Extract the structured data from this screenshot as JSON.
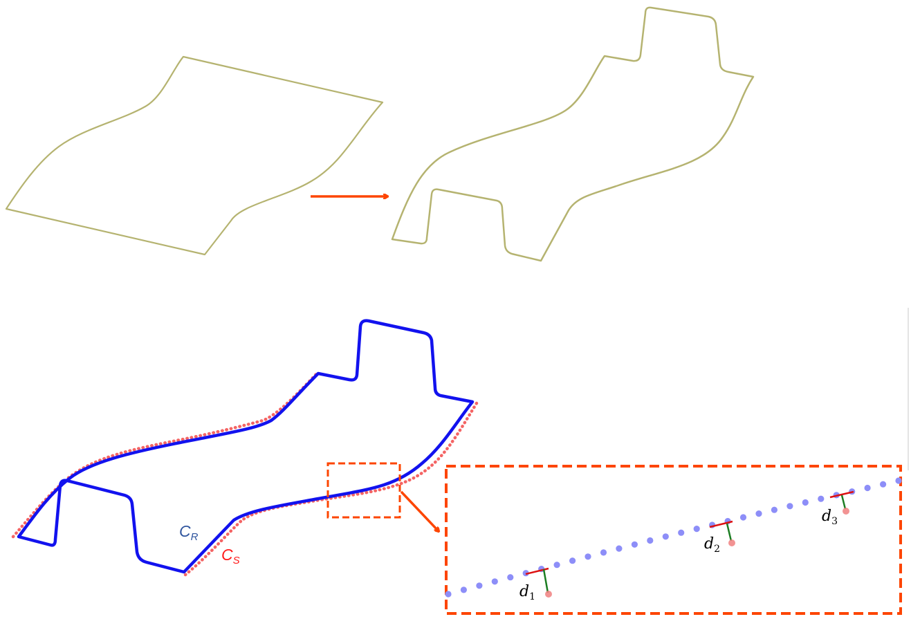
{
  "labels": {
    "c_r": {
      "main": "C",
      "sub": "R"
    },
    "c_s": {
      "main": "C",
      "sub": "S"
    },
    "d1": {
      "main": "d",
      "sub": "1"
    },
    "d2": {
      "main": "d",
      "sub": "2"
    },
    "d3": {
      "main": "d",
      "sub": "3"
    }
  },
  "colors": {
    "outline": "#b5b370",
    "arrow": "#fd4500",
    "c_r": "#1212ee",
    "c_s": "#f03030",
    "c_r_label": "#2f559e",
    "c_s_label": "#ff1a1a",
    "zoom_box": "#fd4500",
    "zoom_dot": "#8d8ef8",
    "offset_line": "#dd1111",
    "distance": "#1b7d22"
  }
}
